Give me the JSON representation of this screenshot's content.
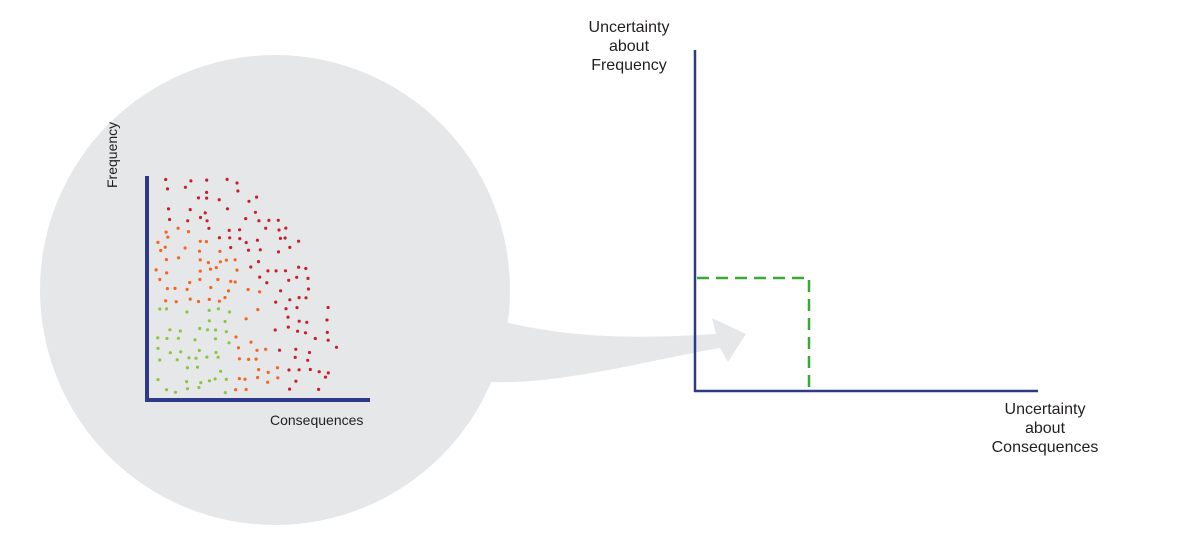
{
  "zoom_panel": {
    "y_label": "Frequency",
    "x_label": "Consequences",
    "colors": {
      "low": "#8cc63f",
      "medium": "#f26522",
      "high": "#c8202c"
    }
  },
  "uncertainty_panel": {
    "y_label_lines": [
      "Uncertainty",
      "about",
      "Frequency"
    ],
    "x_label_lines": [
      "Uncertainty",
      "about",
      "Consequences"
    ],
    "colors": {
      "axis": "#2e3a87",
      "box": "#39a935"
    }
  },
  "colors": {
    "bubble": "#e6e7e8",
    "arrow": "#e6e7e8"
  }
}
